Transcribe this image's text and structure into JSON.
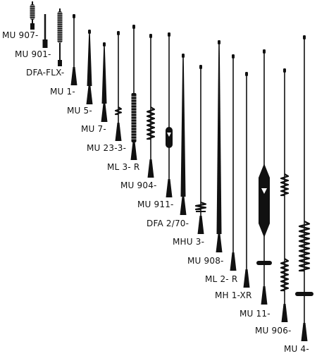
{
  "colors": {
    "ink": "#111111",
    "background": "#ffffff"
  },
  "antennas": [
    {
      "model": "MU 907-",
      "icon": "antenna-stubby-icon"
    },
    {
      "model": "MU 901-",
      "icon": "antenna-stubby-icon"
    },
    {
      "model": "DFA-FLX-",
      "icon": "antenna-short-icon"
    },
    {
      "model": "MU 1-",
      "icon": "antenna-whip-icon"
    },
    {
      "model": "MU 5-",
      "icon": "antenna-tapered-icon"
    },
    {
      "model": "MU 7-",
      "icon": "antenna-tapered-icon"
    },
    {
      "model": "MU 23-3-",
      "icon": "antenna-whip-icon"
    },
    {
      "model": "ML 3- R",
      "icon": "antenna-coil-base-icon"
    },
    {
      "model": "MU 904-",
      "icon": "antenna-spring-icon"
    },
    {
      "model": "MU 911-",
      "icon": "antenna-loaded-icon"
    },
    {
      "model": "DFA 2/70-",
      "icon": "antenna-loaded-icon"
    },
    {
      "model": "MHU 3-",
      "icon": "antenna-spring-icon"
    },
    {
      "model": "MU 908-",
      "icon": "antenna-tapered-icon"
    },
    {
      "model": "ML 2- R",
      "icon": "antenna-whip-icon"
    },
    {
      "model": "MH 1-XR",
      "icon": "antenna-whip-icon"
    },
    {
      "model": "MU 11-",
      "icon": "antenna-loaded-icon"
    },
    {
      "model": "MU 906-",
      "icon": "antenna-coil-icon"
    },
    {
      "model": "MU 4-",
      "icon": "antenna-coil-icon"
    }
  ]
}
